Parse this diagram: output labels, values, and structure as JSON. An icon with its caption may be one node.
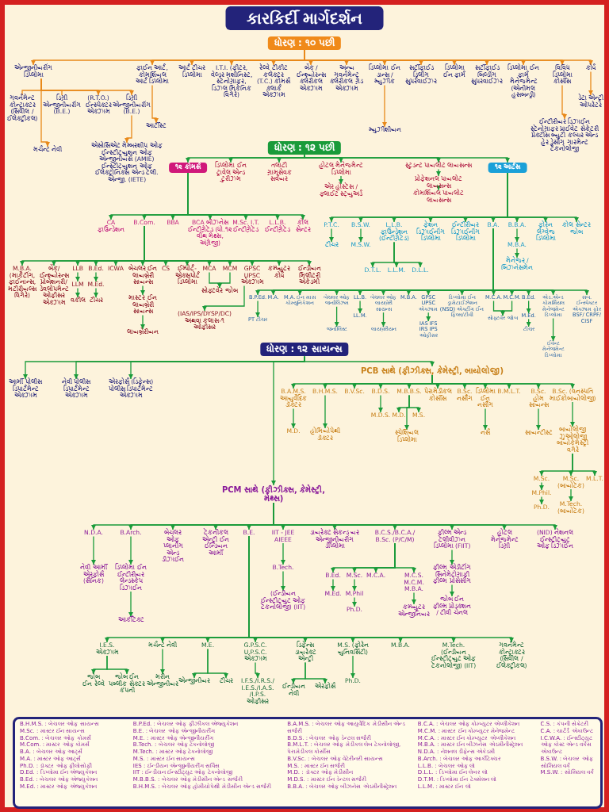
{
  "diagram": {
    "title": "કારકિર્દી માર્ગદર્શન",
    "nodes": [
      {
        "text": [
          "ધોરણ : ૧૦ પછી"
        ]
      },
      {
        "text": [
          "એન્જીનીયરીંગ ડિપ્લોમા"
        ]
      },
      {
        "text": [
          "ગવર્નમેન્ટ કોન્ટ્રાક્ટર (સિવીલ / ઈલેક્ટ્રીકલ)"
        ]
      },
      {
        "text": [
          "ડિગ્રી એન્જીનીયરીંગ (B.E.)"
        ]
      },
      {
        "text": [
          "(R.T.O.) ઈન્સ્પેક્ટર એક્ઝામ"
        ]
      },
      {
        "text": [
          "ડિગ્રી એન્જીનીયરીંગ (B.E.)"
        ]
      },
      {
        "text": [
          "મર્ચન્ટ નેવી"
        ]
      },
      {
        "text": [
          "એસોસિએટ મેમ્બરશીપ ઓફ ઈન્સ્ટીટ્યુશન ઓફ એન્જીનીયર્સ (AMIE) ઈન્સ્ટીટ્યુશન ઓફ ઈલેક્ટ્રોનિક્સ એન્ડ ટેલી. એન્જી. (IETE)"
        ]
      },
      {
        "text": [
          "ફાઈન આર્ટ, કોમર્શિયલ આર્ટ ડિપ્લોમા"
        ]
      },
      {
        "text": [
          "આર્ટીસ્ટ"
        ]
      },
      {
        "text": [
          "આર્ટ ટીચર ડિપ્લોમા"
        ]
      },
      {
        "text": [
          "I.T.I. (ફીટર, વેલ્ડર મશીનિસ્ટ, સ્ટેનોગ્રાફર, ડિઝલ મિકેનિક વિગેરે)"
        ]
      },
      {
        "text": [
          "રેલ્વે ટીકીટ કલેક્ટર (T.C.) કોમર્સ ક્લાર્ક એક્ઝામ"
        ]
      },
      {
        "text": [
          "બેંક / ઈન્શ્યોરન્સ ક્લેરીકલ એક્ઝામ"
        ]
      },
      {
        "text": [
          "અન્ય ગવર્નમેન્ટ ક્લેરીકલ ગ્રેડ એક્ઝામ"
        ]
      },
      {
        "text": [
          "ડિપ્લોમા ઈન ડાન્સ / મ્યુઝીક"
        ]
      },
      {
        "text": [
          "મ્યુઝીશીયન"
        ]
      },
      {
        "text": [
          "સર્ટીફાઈડ ડ્રિલીંગ સુપરવાઈઝર"
        ]
      },
      {
        "text": [
          "ડિપ્લોમા ઈન ફાર્મ"
        ]
      },
      {
        "text": [
          "સર્ટીફાઈડ બિલ્ડીંગ સુપરવાઈઝર"
        ]
      },
      {
        "text": [
          "ડિપ્લોમા ઈન ફાર્મ મેનેજમેન્ટ (એનીમલ હસબન્ડ્રી)"
        ]
      },
      {
        "text": [
          "વિવિધ ડિપ્લોમા કોર્સીસ"
        ]
      },
      {
        "text": [
          "ઈન્ટીરીયર ડિઝાઈન સ્ટેનોગ્રાફર પ્રાઈવેટ સેક્રેટરી પ્રેક્ટીસ બ્યુટી કલ્ચર એન્ડ હેર ડ્રેસીંગ ગારમેન્ટ ટેકનોલોજી"
        ]
      },
      {
        "text": [
          "કોર્ષ"
        ]
      },
      {
        "text": [
          "ડેટા એન્ટ્રી ઓપરેટર"
        ]
      },
      {
        "text": [
          "ધોરણ : ૧૨ પછી"
        ]
      },
      {
        "text": [
          "૧૨ કોમર્સ"
        ]
      },
      {
        "text": [
          "ડિપ્લોમા ઈન ટ્રાવેલ એન્ડ ટુરીઝમ"
        ]
      },
      {
        "text": [
          "તલાટી ગ્રામસેવક સર્વેયર"
        ]
      },
      {
        "text": [
          "હોટલ મેનેજમેન્ટ ડિપ્લોમા"
        ]
      },
      {
        "text": [
          "એર હોસ્ટેસ / ફ્લાઈટ સ્ટ્યુઅર્ડ"
        ]
      },
      {
        "text": [
          "સ્ટુડન્ટ પાયલોટ લાયસન્સ"
        ]
      },
      {
        "text": [
          "પ્રોફેશનલ પાયલોટ લાયસન્સ"
        ]
      },
      {
        "text": [
          "કોમર્શિયલ પાયલોટ લાયસન્સ"
        ]
      },
      {
        "text": [
          "૧૨ આર્ટસ"
        ]
      },
      {
        "text": [
          "CA ફાઉન્ડેશન"
        ]
      },
      {
        "text": [
          "B.Com."
        ]
      },
      {
        "text": [
          "BBA"
        ]
      },
      {
        "text": [
          "BCA બીઝનેસ ઈન્ટીગ્રેટેડ (ધો.૧૨ વીથ મેથ્સ, અંગ્રેજી)"
        ]
      },
      {
        "text": [
          "M.Sc. I.T. ઈન્ટીગ્રેટેડ"
        ]
      },
      {
        "text": [
          "L.L.B. ઈન્ટીગ્રેટેડ"
        ]
      },
      {
        "text": [
          "કોલ સેન્ટર"
        ]
      },
      {
        "text": [
          "M.B.A. (માર્કેટીંગ, ફાઈનાન્સ, મટીરીયલ્સ વિગેરે)"
        ]
      },
      {
        "text": [
          "બેંક/ ઈન્શ્યોરન્સ પ્રોબેશનરી/ ડેવલોપમેન્ટ ઓફીસર એક્ઝામ"
        ]
      },
      {
        "text": [
          "LLB"
        ]
      },
      {
        "text": [
          "LLM"
        ]
      },
      {
        "text": [
          "વકીલ"
        ]
      },
      {
        "text": [
          "B.Ed."
        ]
      },
      {
        "text": [
          "M.Ed."
        ]
      },
      {
        "text": [
          "ટીચર"
        ]
      },
      {
        "text": [
          "ICWA"
        ]
      },
      {
        "text": [
          "બેચલર ઈન લાયબ્રેરી સાયન્સ"
        ]
      },
      {
        "text": [
          "માસ્ટર ઈન લાયબ્રેરી સાયન્સ"
        ]
      },
      {
        "text": [
          "લાયબ્રેરીયન"
        ]
      },
      {
        "text": [
          "CS"
        ]
      },
      {
        "text": [
          "ઈમ્પોર્ટ- એક્સપોર્ટ ડિપ્લોમા"
        ]
      },
      {
        "text": [
          "MCA"
        ]
      },
      {
        "text": [
          "MCM"
        ]
      },
      {
        "text": [
          "સોફ્ટવેર જોબ"
        ]
      },
      {
        "text": [
          "GPSC UPSC એક્ઝામ"
        ]
      },
      {
        "text": [
          "(IAS/IPS/DYSP/DC) અથવા કલાસ-૧ ઓફીસર"
        ]
      },
      {
        "text": [
          "કમ્પ્યુટર કોર્ષ"
        ]
      },
      {
        "text": [
          "ઈન્ડીયન મિલીટરી એકેડમી"
        ]
      },
      {
        "text": [
          "P.T.C."
        ]
      },
      {
        "text": [
          "ટીચર"
        ]
      },
      {
        "text": [
          "B.S.W."
        ]
      },
      {
        "text": [
          "M.S.W."
        ]
      },
      {
        "text": [
          "L.L.B. ફાઉન્ડેશન (ઈન્ટીગ્રેટેડ)"
        ]
      },
      {
        "text": [
          "D.T.L."
        ]
      },
      {
        "text": [
          "L.L.M."
        ]
      },
      {
        "text": [
          "D.L.L."
        ]
      },
      {
        "text": [
          "ફેશન ડિઝાઈનીંગ ડિપ્લોમા"
        ]
      },
      {
        "text": [
          "ઈન્ટીરીયર ડિઝાઈનીંગ ડિપ્લોમા"
        ]
      },
      {
        "text": [
          "B.A."
        ]
      },
      {
        "text": [
          "B.B.A."
        ]
      },
      {
        "text": [
          "M.B.A."
        ]
      },
      {
        "text": [
          "મેનેજર / બિઝનેસમેન"
        ]
      },
      {
        "text": [
          "ફોરેન લેંગ્વેજ ડિપ્લોમા"
        ]
      },
      {
        "text": [
          "કોલ સેન્ટર જોબ"
        ]
      },
      {
        "text": [
          "B.P.Ed."
        ]
      },
      {
        "text": [
          "PT ટીચર"
        ]
      },
      {
        "text": [
          "M.A."
        ]
      },
      {
        "text": [
          "M.A. ઈન માસ કોમ્યુનિકેશન"
        ]
      },
      {
        "text": [
          "બેચલર ઓફ જર્નાલિઝમ"
        ]
      },
      {
        "text": [
          "જર્નાલિસ્ટ"
        ]
      },
      {
        "text": [
          "LL.B."
        ]
      },
      {
        "text": [
          "LL.M."
        ]
      },
      {
        "text": [
          "બેચલર ઓફ લાયબ્રેરી સાયન્સ"
        ]
      },
      {
        "text": [
          "લાયબ્રેરીયન"
        ]
      },
      {
        "text": [
          "M.B.A."
        ]
      },
      {
        "text": [
          "GPSC UPSC એક્ઝામ"
        ]
      },
      {
        "text": [
          "IAS IFS IRS IPS ઓફીસર"
        ]
      },
      {
        "text": [
          "ડિપ્લોમા ઈન ડ્રામેટાઈઝેશન (NSD) એક્ટીંગ ઈન ફિલ્મ/ટીવી"
        ]
      },
      {
        "text": [
          "M.C.A."
        ]
      },
      {
        "text": [
          "M.C.M."
        ]
      },
      {
        "text": [
          "સોફ્ટવેર જોબ"
        ]
      },
      {
        "text": [
          "B.Ed."
        ]
      },
      {
        "text": [
          "M.Ed."
        ]
      },
      {
        "text": [
          "ટીચર"
        ]
      },
      {
        "text": [
          "એડ.એન્ડ કોમર્શિયલ મેનેજમેન્ટ ડિપ્લોમા"
        ]
      },
      {
        "text": [
          "ઈવેન્ટ મેનેજમેન્ટ ડિપ્લોમા"
        ]
      },
      {
        "text": [
          "સબ. ઈન્સ્પેક્ટર એક્ઝામ ફોર BSF/ CRPF/ CISF"
        ]
      },
      {
        "text": [
          "ધોરણ : ૧૨ સાયન્સ"
        ]
      },
      {
        "text": [
          "આર્મી પોલીસ ડિપાર્ટમેન્ટ એક્ઝામ"
        ]
      },
      {
        "text": [
          "નેવી પોલીસ ડિપાર્ટમેન્ટ એક્ઝામ"
        ]
      },
      {
        "text": [
          "એરફોર્સ (ડિફેન્સ) પોલીસ ડિપાર્ટમેન્ટ એક્ઝામ"
        ]
      },
      {
        "text": [
          "PCB સાથે (ફીઝીક્સ, કેમેસ્ટ્રી, બાયોલોજી)"
        ]
      },
      {
        "text": [
          "B.A.M.S. આયુર્વેદિક ડૉક્ટર"
        ]
      },
      {
        "text": [
          "M.D."
        ]
      },
      {
        "text": [
          "B.H.M.S."
        ]
      },
      {
        "text": [
          "હોમિયોપેથી ડૉક્ટર"
        ]
      },
      {
        "text": [
          "B.V.Sc."
        ]
      },
      {
        "text": [
          "B.D.S."
        ]
      },
      {
        "text": [
          "M.D.S."
        ]
      },
      {
        "text": [
          "M.B.B.S."
        ]
      },
      {
        "text": [
          "M.D."
        ]
      },
      {
        "text": [
          "M.S."
        ]
      },
      {
        "text": [
          "સ્પેશિયલ ડિપ્લોમા"
        ]
      },
      {
        "text": [
          "પેરામેડીકલ કોર્સીસ"
        ]
      },
      {
        "text": [
          "B.Sc. નર્સીંગ"
        ]
      },
      {
        "text": [
          "ડિપ્લોમા ઈન નર્સીંગ"
        ]
      },
      {
        "text": [
          "નર્સ"
        ]
      },
      {
        "text": [
          "B.M.L.T."
        ]
      },
      {
        "text": [
          "B.Sc. હોમ સાયન્સ"
        ]
      },
      {
        "text": [
          "સાયન્ટીસ્ટ"
        ]
      },
      {
        "text": [
          "B.Sc. (વનસ્પતિ માઈક્રોબાયોલોજી)"
        ]
      },
      {
        "text": [
          "બાયોલોજી ઝુઓલોજી બાયોકેમેસ્ટ્રી વગેરે"
        ]
      },
      {
        "text": [
          "M.Sc."
        ]
      },
      {
        "text": [
          "M.Phil."
        ]
      },
      {
        "text": [
          "Ph.D."
        ]
      },
      {
        "text": [
          "M.Sc. (બાયોટેક)"
        ]
      },
      {
        "text": [
          "M.Tech. (બાયોટેક)"
        ]
      },
      {
        "text": [
          "M.L.T."
        ]
      },
      {
        "text": [
          "PCM સાથે (ફીઝીક્સ, કેમેસ્ટ્રી, મેથ્સ)"
        ]
      },
      {
        "text": [
          "N.D.A."
        ]
      },
      {
        "text": [
          "નેવી આર્મી એરફોર્સ (સૈનિક)"
        ]
      },
      {
        "text": [
          "B.Arch."
        ]
      },
      {
        "text": [
          "ડિપ્લોમા ઈન ઈન્ટીરીયર લેન્ડસ્કેપ ડિઝાઈન"
        ]
      },
      {
        "text": [
          "આર્કીટેક્ટ"
        ]
      },
      {
        "text": [
          "બેચલર ઓફ પ્લાનીંગ એન્ડ ડીઝાઈન"
        ]
      },
      {
        "text": [
          "ટેકનીકલ એન્ટ્રી ઈન ઈન્ડિયન આર્મી"
        ]
      },
      {
        "text": [
          "B.E."
        ]
      },
      {
        "text": [
          "IIT - JEE AIEEE"
        ]
      },
      {
        "text": [
          "B.Tech."
        ]
      },
      {
        "text": [
          "(ઈન્ડીયન ઈન્સ્ટીટ્યુટ ઓફ ટેકનોલોજી) (IIT)"
        ]
      },
      {
        "text": [
          "ડાયરેક્ટ સેકન્ડ યર એન્જીનીયરીંગ ડીપ્લોમા"
        ]
      },
      {
        "text": [
          "B.C.S./B.C.A./ B.Sc. (P/C/M)"
        ]
      },
      {
        "text": [
          "B.Ed."
        ]
      },
      {
        "text": [
          "M.Ed."
        ]
      },
      {
        "text": [
          "M.Sc."
        ]
      },
      {
        "text": [
          "M.Phil"
        ]
      },
      {
        "text": [
          "Ph.D."
        ]
      },
      {
        "text": [
          "M.C.A."
        ]
      },
      {
        "text": [
          "M.C.S. M.C.M. M.B.A."
        ]
      },
      {
        "text": [
          "કમ્પ્યુટર એન્જીનિયર"
        ]
      },
      {
        "text": [
          "ફીલ્મ એન્ડ ટેલીવીઝન ડિપ્લોમા (FIIT)"
        ]
      },
      {
        "text": [
          "ફીલ્મ એડીટીંગ સિનેમેટોગ્રાફી ફીલ્મ પ્રોસેસીંગ"
        ]
      },
      {
        "text": [
          "જોબ ઈન ફીલ્મ પ્રોડક્શન / ટીવી ચેનલ"
        ]
      },
      {
        "text": [
          "હોટલ મેનેજમેન્ટ ડિગ્રી"
        ]
      },
      {
        "text": [
          "(NID) નેશનલ ઈન્સ્ટીટ્યુટ ઓફ ડિઝાઈન"
        ]
      },
      {
        "text": [
          "I.E.S. એક્ઝામ"
        ]
      },
      {
        "text": [
          "જોબ ઈન રેલ્વે"
        ]
      },
      {
        "text": [
          "જોબ ઈન પબ્લીક સેક્ટર કંપની"
        ]
      },
      {
        "text": [
          "મર્ચન્ટ નેવી"
        ]
      },
      {
        "text": [
          "મરીન એન્જીનીયર"
        ]
      },
      {
        "text": [
          "M.E."
        ]
      },
      {
        "text": [
          "એન્જીનીયર"
        ]
      },
      {
        "text": [
          "ટીચર"
        ]
      },
      {
        "text": [
          "G.P.S.C. U.P.S.C. એક્ઝામ"
        ]
      },
      {
        "text": [
          "I.F.S./I.R.S./ I.E.S./I.A.S. /I.P.S. ઓફીસર"
        ]
      },
      {
        "text": [
          "ડિફેન્સ ડાયરેક્ટ એન્ટ્રી"
        ]
      },
      {
        "text": [
          "ઈન્ડીયન નેવી"
        ]
      },
      {
        "text": [
          "એરફોર્સ"
        ]
      },
      {
        "text": [
          "M.S. (ફોરેન યુનિવર્સિટી)"
        ]
      },
      {
        "text": [
          "Ph.D."
        ]
      },
      {
        "text": [
          "M.B.A."
        ]
      },
      {
        "text": [
          "M.Tech. (ઈન્ડીયન ઈન્સ્ટીટ્યુટ ઓફ ટેકનોલોજી) (IIT)"
        ]
      },
      {
        "text": [
          "ગવર્નમેન્ટ કોન્ટ્રાક્ટર (સિવીલ / ઈલેક્ટ્રીકલ)"
        ]
      }
    ],
    "edges": [
      {
        "from": 0,
        "to": 1,
        "arrow": "to",
        "color": "#e8891a"
      },
      {
        "from": 0,
        "to": 8,
        "arrow": "to",
        "color": "#e8891a"
      },
      {
        "from": 0,
        "to": 10,
        "arrow": "to",
        "color": "#e8891a"
      },
      {
        "from": 0,
        "to": 11,
        "arrow": "to",
        "color": "#e8891a"
      },
      {
        "from": 0,
        "to": 12,
        "arrow": "to",
        "color": "#e8891a"
      },
      {
        "from": 0,
        "to": 13,
        "arrow": "to",
        "color": "#e8891a"
      },
      {
        "from": 0,
        "to": 14,
        "arrow": "to",
        "color": "#e8891a"
      },
      {
        "from": 0,
        "to": 15,
        "arrow": "to",
        "color": "#e8891a"
      },
      {
        "from": 0,
        "to": 17,
        "arrow": "to",
        "color": "#e8891a"
      },
      {
        "from": 0,
        "to": 18,
        "arrow": "to",
        "color": "#e8891a"
      },
      {
        "from": 0,
        "to": 19,
        "arrow": "to",
        "color": "#e8891a"
      },
      {
        "from": 0,
        "to": 20,
        "arrow": "to",
        "color": "#e8891a"
      },
      {
        "from": 0,
        "to": 21,
        "arrow": "to",
        "color": "#e8891a"
      },
      {
        "from": 0,
        "to": 23,
        "arrow": "to",
        "color": "#e8891a"
      },
      {
        "from": 1,
        "to": 2,
        "arrow": "none",
        "color": "#e8891a"
      },
      {
        "from": 1,
        "to": 3,
        "arrow": "none",
        "color": "#e8891a"
      },
      {
        "from": 1,
        "to": 4,
        "arrow": "to",
        "color": "#e8891a"
      },
      {
        "from": 1,
        "to": 5,
        "arrow": "to",
        "color": "#e8891a"
      },
      {
        "from": 1,
        "to": 6,
        "arrow": "to",
        "color": "#e8891a"
      },
      {
        "from": 5,
        "to": 7,
        "arrow": "to",
        "color": "#e8891a"
      },
      {
        "from": 8,
        "to": 9,
        "arrow": "to",
        "color": "#e8891a"
      },
      {
        "from": 15,
        "to": 16,
        "arrow": "to",
        "color": "#e8891a"
      },
      {
        "from": 21,
        "to": 22,
        "arrow": "to",
        "color": "#e8891a"
      },
      {
        "from": 23,
        "to": 24,
        "arrow": "to",
        "color": "#e8891a"
      },
      {
        "from": 25,
        "to": 26,
        "arrow": "to"
      },
      {
        "from": 25,
        "to": 27,
        "arrow": "to"
      },
      {
        "from": 25,
        "to": 28,
        "arrow": "to"
      },
      {
        "from": 25,
        "to": 29,
        "arrow": "to"
      },
      {
        "from": 25,
        "to": 31,
        "arrow": "to"
      },
      {
        "from": 25,
        "to": 34,
        "arrow": "to"
      },
      {
        "from": 29,
        "to": 30,
        "arrow": "to"
      },
      {
        "from": 31,
        "to": 32,
        "arrow": "to"
      },
      {
        "from": 32,
        "to": 33,
        "arrow": "to"
      },
      {
        "from": 26,
        "to": 35,
        "arrow": "to"
      },
      {
        "from": 26,
        "to": 36,
        "arrow": "to"
      },
      {
        "from": 26,
        "to": 37,
        "arrow": "to"
      },
      {
        "from": 26,
        "to": 38,
        "arrow": "to"
      },
      {
        "from": 26,
        "to": 39,
        "arrow": "to"
      },
      {
        "from": 26,
        "to": 40,
        "arrow": "to"
      },
      {
        "from": 26,
        "to": 41,
        "arrow": "to"
      },
      {
        "from": 36,
        "to": 42,
        "arrow": "to"
      },
      {
        "from": 36,
        "to": 43,
        "arrow": "to"
      },
      {
        "from": 36,
        "to": 44,
        "arrow": "to"
      },
      {
        "from": 36,
        "to": 47,
        "arrow": "to"
      },
      {
        "from": 36,
        "to": 50,
        "arrow": "to"
      },
      {
        "from": 36,
        "to": 51,
        "arrow": "to"
      },
      {
        "from": 36,
        "to": 54,
        "arrow": "to"
      },
      {
        "from": 36,
        "to": 55,
        "arrow": "to"
      },
      {
        "from": 36,
        "to": 56,
        "arrow": "to"
      },
      {
        "from": 36,
        "to": 57,
        "arrow": "to"
      },
      {
        "from": 36,
        "to": 59,
        "arrow": "to"
      },
      {
        "from": 36,
        "to": 61,
        "arrow": "to"
      },
      {
        "from": 36,
        "to": 62,
        "arrow": "to"
      },
      {
        "from": 44,
        "to": 45,
        "arrow": "to"
      },
      {
        "from": 45,
        "to": 46,
        "arrow": "to"
      },
      {
        "from": 47,
        "to": 48,
        "arrow": "to"
      },
      {
        "from": 48,
        "to": 49,
        "arrow": "to"
      },
      {
        "from": 51,
        "to": 52,
        "arrow": "to"
      },
      {
        "from": 52,
        "to": 53,
        "arrow": "to"
      },
      {
        "from": 56,
        "to": 58,
        "arrow": "to"
      },
      {
        "from": 57,
        "to": 58,
        "arrow": "to"
      },
      {
        "from": 59,
        "to": 60,
        "arrow": "to"
      },
      {
        "from": 34,
        "to": 63,
        "arrow": "to"
      },
      {
        "from": 34,
        "to": 65,
        "arrow": "to"
      },
      {
        "from": 34,
        "to": 67,
        "arrow": "to"
      },
      {
        "from": 34,
        "to": 71,
        "arrow": "to"
      },
      {
        "from": 34,
        "to": 72,
        "arrow": "to"
      },
      {
        "from": 34,
        "to": 73,
        "arrow": "to"
      },
      {
        "from": 34,
        "to": 74,
        "arrow": "to"
      },
      {
        "from": 34,
        "to": 77,
        "arrow": "to"
      },
      {
        "from": 34,
        "to": 78,
        "arrow": "to"
      },
      {
        "from": 63,
        "to": 64,
        "arrow": "to"
      },
      {
        "from": 65,
        "to": 66,
        "arrow": "to"
      },
      {
        "from": 67,
        "to": 68,
        "arrow": "to"
      },
      {
        "from": 67,
        "to": 69,
        "arrow": "to"
      },
      {
        "from": 67,
        "to": 70,
        "arrow": "to"
      },
      {
        "from": 74,
        "to": 75,
        "arrow": "to"
      },
      {
        "from": 75,
        "to": 76,
        "arrow": "to"
      },
      {
        "from": 73,
        "to": 79,
        "arrow": "to"
      },
      {
        "from": 73,
        "to": 81,
        "arrow": "to"
      },
      {
        "from": 73,
        "to": 82,
        "arrow": "to"
      },
      {
        "from": 73,
        "to": 83,
        "arrow": "to"
      },
      {
        "from": 73,
        "to": 85,
        "arrow": "to"
      },
      {
        "from": 73,
        "to": 87,
        "arrow": "to"
      },
      {
        "from": 73,
        "to": 89,
        "arrow": "to"
      },
      {
        "from": 73,
        "to": 90,
        "arrow": "to"
      },
      {
        "from": 73,
        "to": 92,
        "arrow": "to"
      },
      {
        "from": 73,
        "to": 93,
        "arrow": "to"
      },
      {
        "from": 73,
        "to": 94,
        "arrow": "to"
      },
      {
        "from": 73,
        "to": 96,
        "arrow": "to"
      },
      {
        "from": 73,
        "to": 99,
        "arrow": "to"
      },
      {
        "from": 73,
        "to": 101,
        "arrow": "to"
      },
      {
        "from": 79,
        "to": 80,
        "arrow": "to"
      },
      {
        "from": 83,
        "to": 84,
        "arrow": "to"
      },
      {
        "from": 85,
        "to": 86,
        "arrow": "to"
      },
      {
        "from": 87,
        "to": 88,
        "arrow": "to"
      },
      {
        "from": 90,
        "to": 91,
        "arrow": "to"
      },
      {
        "from": 93,
        "to": 95,
        "arrow": "to"
      },
      {
        "from": 94,
        "to": 95,
        "arrow": "to"
      },
      {
        "from": 96,
        "to": 97,
        "arrow": "to"
      },
      {
        "from": 97,
        "to": 98,
        "arrow": "to"
      },
      {
        "from": 99,
        "to": 100,
        "arrow": "to"
      },
      {
        "from": 102,
        "to": 103,
        "arrow": "to"
      },
      {
        "from": 102,
        "to": 104,
        "arrow": "to"
      },
      {
        "from": 102,
        "to": 105,
        "arrow": "to"
      },
      {
        "from": 102,
        "to": 106,
        "arrow": "to"
      },
      {
        "from": 102,
        "to": 133,
        "arrow": "to"
      },
      {
        "from": 106,
        "to": 107,
        "arrow": "to"
      },
      {
        "from": 106,
        "to": 109,
        "arrow": "to"
      },
      {
        "from": 106,
        "to": 111,
        "arrow": "to"
      },
      {
        "from": 106,
        "to": 112,
        "arrow": "to"
      },
      {
        "from": 106,
        "to": 114,
        "arrow": "to"
      },
      {
        "from": 106,
        "to": 118,
        "arrow": "to"
      },
      {
        "from": 106,
        "to": 119,
        "arrow": "to"
      },
      {
        "from": 106,
        "to": 120,
        "arrow": "to"
      },
      {
        "from": 106,
        "to": 122,
        "arrow": "to"
      },
      {
        "from": 106,
        "to": 123,
        "arrow": "to"
      },
      {
        "from": 106,
        "to": 125,
        "arrow": "to"
      },
      {
        "from": 107,
        "to": 108,
        "arrow": "to"
      },
      {
        "from": 109,
        "to": 110,
        "arrow": "to"
      },
      {
        "from": 112,
        "to": 113,
        "arrow": "to"
      },
      {
        "from": 114,
        "to": 115,
        "arrow": "to"
      },
      {
        "from": 114,
        "to": 116,
        "arrow": "to"
      },
      {
        "from": 114,
        "to": 117,
        "arrow": "to"
      },
      {
        "from": 120,
        "to": 121,
        "arrow": "to"
      },
      {
        "from": 123,
        "to": 124,
        "arrow": "to"
      },
      {
        "from": 125,
        "to": 126,
        "arrow": "to"
      },
      {
        "from": 126,
        "to": 127,
        "arrow": "to"
      },
      {
        "from": 126,
        "to": 130,
        "arrow": "to"
      },
      {
        "from": 126,
        "to": 132,
        "arrow": "to"
      },
      {
        "from": 127,
        "to": 128,
        "arrow": "to"
      },
      {
        "from": 128,
        "to": 129,
        "arrow": "to"
      },
      {
        "from": 130,
        "to": 131,
        "arrow": "to"
      },
      {
        "from": 133,
        "to": 134,
        "arrow": "to"
      },
      {
        "from": 133,
        "to": 136,
        "arrow": "to"
      },
      {
        "from": 133,
        "to": 139,
        "arrow": "to"
      },
      {
        "from": 133,
        "to": 140,
        "arrow": "to"
      },
      {
        "from": 133,
        "to": 141,
        "arrow": "to"
      },
      {
        "from": 133,
        "to": 142,
        "arrow": "to"
      },
      {
        "from": 133,
        "to": 145,
        "arrow": "to"
      },
      {
        "from": 133,
        "to": 146,
        "arrow": "to"
      },
      {
        "from": 133,
        "to": 155,
        "arrow": "to"
      },
      {
        "from": 133,
        "to": 158,
        "arrow": "to"
      },
      {
        "from": 133,
        "to": 159,
        "arrow": "to"
      },
      {
        "from": 134,
        "to": 135,
        "arrow": "to"
      },
      {
        "from": 136,
        "to": 137,
        "arrow": "to"
      },
      {
        "from": 137,
        "to": 138,
        "arrow": "to"
      },
      {
        "from": 142,
        "to": 143,
        "arrow": "to"
      },
      {
        "from": 143,
        "to": 144,
        "arrow": "to"
      },
      {
        "from": 146,
        "to": 147,
        "arrow": "to"
      },
      {
        "from": 146,
        "to": 149,
        "arrow": "to"
      },
      {
        "from": 146,
        "to": 152,
        "arrow": "to"
      },
      {
        "from": 146,
        "to": 153,
        "arrow": "to"
      },
      {
        "from": 147,
        "to": 148,
        "arrow": "to"
      },
      {
        "from": 149,
        "to": 150,
        "arrow": "to"
      },
      {
        "from": 150,
        "to": 151,
        "arrow": "to"
      },
      {
        "from": 153,
        "to": 154,
        "arrow": "to"
      },
      {
        "from": 155,
        "to": 156,
        "arrow": "to"
      },
      {
        "from": 156,
        "to": 157,
        "arrow": "to"
      },
      {
        "from": 141,
        "to": 160,
        "arrow": "to"
      },
      {
        "from": 141,
        "to": 163,
        "arrow": "to"
      },
      {
        "from": 141,
        "to": 165,
        "arrow": "to"
      },
      {
        "from": 141,
        "to": 168,
        "arrow": "to"
      },
      {
        "from": 141,
        "to": 170,
        "arrow": "to"
      },
      {
        "from": 141,
        "to": 173,
        "arrow": "to"
      },
      {
        "from": 141,
        "to": 175,
        "arrow": "to"
      },
      {
        "from": 141,
        "to": 176,
        "arrow": "to"
      },
      {
        "from": 141,
        "to": 177,
        "arrow": "to"
      },
      {
        "from": 160,
        "to": 161,
        "arrow": "to"
      },
      {
        "from": 160,
        "to": 162,
        "arrow": "to"
      },
      {
        "from": 163,
        "to": 164,
        "arrow": "to"
      },
      {
        "from": 165,
        "to": 166,
        "arrow": "to"
      },
      {
        "from": 165,
        "to": 167,
        "arrow": "to"
      },
      {
        "from": 168,
        "to": 169,
        "arrow": "to"
      },
      {
        "from": 170,
        "to": 171,
        "arrow": "to"
      },
      {
        "from": 170,
        "to": 172,
        "arrow": "to"
      },
      {
        "from": 173,
        "to": 174,
        "arrow": "to"
      }
    ],
    "labels": [
      "B.H.M.S. : બેચલર ઓફ સાયન્સ",
      "M.Sc. : માસ્ટર ઈન સાયન્સ",
      "B.Com. : બેચલર ઓફ કોમર્સ",
      "M.Com. : માસ્ટર ઓફ કોમર્સ",
      "B.A. : બેચલર ઓફ આર્ટ્સ",
      "M.A. : માસ્ટર ઓફ આર્ટ્સ",
      "Ph.D. : ડૉક્ટર ઓફ ફીલોસોફી",
      "D.Ed. : ડિપ્લોમા ઈન એજ્યુકેશન",
      "B.Ed. : બેચલર ઓફ એજ્યુકેશન",
      "M.Ed. : માસ્ટર ઓફ એજ્યુકેશન",
      "B.P.Ed. : બેચલર ઓફ ફીઝીકલ એજ્યુકેશન",
      "B.E. : બેચલર ઓફ એન્જીનીયરીંગ",
      "M.E. : માસ્ટર ઓફ એન્જીનીયરીંગ",
      "B.Tech. : બેચલર ઓફ ટેકનોલોજી",
      "M.Tech. : માસ્ટર ઓફ ટેકનોલોજી",
      "M.S. : માસ્ટર ઈન સાયન્સ",
      "IES : ઈન્ડીયન એન્જીનીયરીંગ સર્વિસ",
      "IIT : ઈન્ડીયન ઈન્સ્ટીટ્યુટ ઓફ ટેકનોલોજી",
      "M.B.B.S. : બેચલર ઓફ મેડીસીન એન્ડ સર્જરી",
      "B.H.M.S. : બેચલર ઓફ હોમીયોપેથી મેડીસીન એન્ડ સર્જરી",
      "B.A.M.S. : બેચલર ઓફ આયુર્વેદિક મેડીસીન એન્ડ સર્જરી",
      "B.D.S. : બેચલર ઓફ ડેન્ટલ સર્જરી",
      "B.M.L.T. : બેચલર ઓફ મેડીકલ લેબ ટેકનોલોજી, પેરામેડીકલ કોર્સીસ",
      "B.V.Sc. : બેચલર ઓફ વેટેરીનરી સાયન્સ",
      "M.S. : માસ્ટર ઈન સર્જરી",
      "M.D. : ડૉક્ટર ઓફ મેડીસીન",
      "M.D.S. : માસ્ટર ઈન ડેન્ટલ સર્જરી",
      "B.B.A. : બેચલર ઓફ બીઝનેસ એડમીનીસ્ટ્રેશન",
      "B.C.A. : બેચલર ઓફ કોમ્પ્યુટર એપ્લીકેશન",
      "M.C.M. : માસ્ટર ઈન કોમ્પ્યુટર મેનેજમેન્ટ",
      "M.C.A. : માસ્ટર ઈન કોમ્પ્યુટર એપ્લીકેશન",
      "M.B.A. : માસ્ટર ઈન બીઝનેસ એડમીનીસ્ટ્રેશન",
      "N.D.A. : નેશનલ ડીફેન્સ એકેડમી",
      "B.Arch. : બેચલર ઓફ આર્કીટેક્ચર",
      "L.L.B. : બેચલર ઓફ લૉ",
      "D.L.L. : ડિપ્લોમા ઈન લેબર લૉ",
      "D.T.M. : ડિપ્લોમા ઈન ટેક્સેશન લૉ",
      "L.L.M. : માસ્ટર ઈન લૉ",
      "C.S. : કંપની સેક્રેટરી",
      "C.A. : ચાર્ટર્ડ એકાઉન્ટ",
      "I.C.W.A. : ઈન્સ્ટીટ્યુટ ઓફ કોસ્ટ એન્ડ વર્કસ એકાઉન્ટ",
      "B.S.W. : બેચલર ઓફ સોશિયલ વર્ક",
      "M.S.W. : સોશિયલ વર્ક"
    ]
  }
}
